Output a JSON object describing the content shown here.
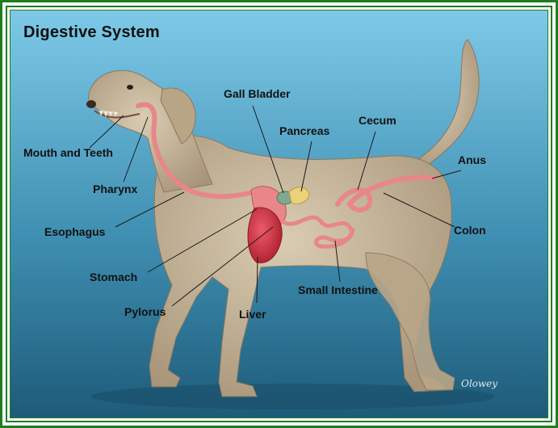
{
  "title": "Digestive System",
  "labels": {
    "mouth_and_teeth": "Mouth and Teeth",
    "pharynx": "Pharynx",
    "esophagus": "Esophagus",
    "stomach": "Stomach",
    "pylorus": "Pylorus",
    "liver": "Liver",
    "gall_bladder": "Gall Bladder",
    "pancreas": "Pancreas",
    "cecum": "Cecum",
    "anus": "Anus",
    "colon": "Colon",
    "small_intestine": "Small Intestine"
  },
  "signature": "Olowey",
  "colors": {
    "background_top": "#7ec9e8",
    "background_bottom": "#1d5a78",
    "border": "#1e7d1e",
    "dog_fur": "#c9b99c",
    "organ_pink": "#e8868a",
    "organ_red": "#c8283a",
    "gall_bladder": "#7fa890",
    "pancreas": "#e9d27a"
  }
}
